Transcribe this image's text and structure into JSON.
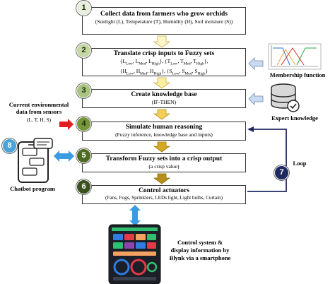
{
  "steps": [
    {
      "num": "1",
      "title": "Collect data from farmers who grow orchids",
      "sub": "(Sunlight (L), Temperature (T), Humidity (H), Soil moisture (S))",
      "color": "#e9efdd"
    },
    {
      "num": "2",
      "title": "Translate crisp inputs to Fuzzy sets",
      "sub1": "{L_Low, L_Med, L_High}, {T_Low, T_Med, T_High},",
      "sub2": "{H_Low, H_Med, H_High}, {S_Low, S_Med, S_High}",
      "color": "#c5d8a4"
    },
    {
      "num": "3",
      "title": "Create knowledge base",
      "sub": "(IF-THEN)",
      "color": "#a9c47f"
    },
    {
      "num": "4",
      "title": "Simulate human reasoning",
      "sub": "(Fuzzy inference, knowledge base and inputs)",
      "color": "#75963a"
    },
    {
      "num": "5",
      "title": "Transform Fuzzy sets into a crisp output",
      "sub": "(a crisp value)",
      "color": "#4e6b24"
    },
    {
      "num": "6",
      "title": "Control actuators",
      "sub": "(Fans, Fogs, Sprinklers, LEDs light, Light bulbs, Curtain)",
      "color": "#3b5220"
    }
  ],
  "side": {
    "membership_label": "Membership function",
    "expert_label": "Expert knowledge",
    "env_label_line1": "Current environmental",
    "env_label_line2": "data from sensors",
    "env_vars": "(L, T, H, S)",
    "chatbot_num": "8",
    "chatbot_label": "Chatbot program",
    "loop_num": "7",
    "loop_label": "Loop",
    "phone_label_line1": "Control system &",
    "phone_label_line2": "display information by",
    "phone_label_line3": "Blynk via a smartphone"
  },
  "colors": {
    "arrow_light": "#fdf6c8",
    "arrow_mid": "#f3cf57",
    "arrow_dark": "#b58f16",
    "loop_circle": "#1f2a5e",
    "chatbot_circle": "#4aa3d8",
    "sensor_arrow": "#e02020",
    "side_arrow": "#c9daf1"
  }
}
